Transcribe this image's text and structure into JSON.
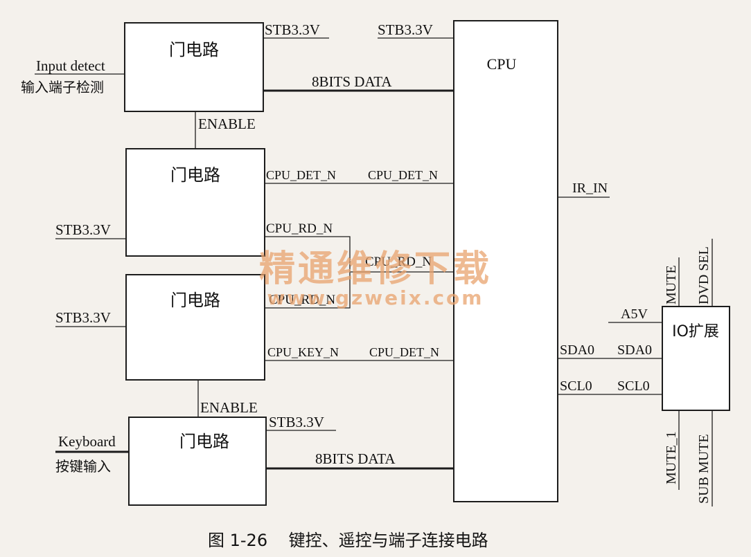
{
  "gate_label": "门电路",
  "cpu_label": "CPU",
  "io_label": "IO扩展",
  "labels": {
    "stb_g1": "STB3.3V",
    "stb_cpu": "STB3.3V",
    "input_detect": "Input detect",
    "input_detect_cn": "输入端子检测",
    "data_top": "8BITS DATA",
    "enable_1": "ENABLE",
    "cpu_det_n_left": "CPU_DET_N",
    "cpu_det_n_right": "CPU_DET_N",
    "ir_in": "IR_IN",
    "stb_g2": "STB3.3V",
    "cpu_rd_n_top": "CPU_RD_N",
    "cpu_rd_n_mid": "CPU_RD_N",
    "cpu_rd_n_low": "CPU_RD_N",
    "stb_g3": "STB3.3V",
    "cpu_key_n": "CPU_KEY_N",
    "cpu_det_n_2": "CPU_DET_N",
    "enable_2": "ENABLE",
    "stb_g4": "STB3.3V",
    "keyboard": "Keyboard",
    "keyboard_cn": "按键输入",
    "data_bottom": "8BITS DATA",
    "sda0_cpu": "SDA0",
    "sda0_io": "SDA0",
    "scl0_cpu": "SCL0",
    "scl0_io": "SCL0",
    "a5v": "A5V",
    "mute": "MUTE",
    "dvd_sel": "DVD SEL",
    "mute_1": "MUTE_1",
    "sub_mute": "SUB MUTE"
  },
  "watermark": {
    "line1": "精通维修下载",
    "line2": "www.gzweix.com"
  },
  "caption": "图 1-26    键控、遥控与端子连接电路"
}
